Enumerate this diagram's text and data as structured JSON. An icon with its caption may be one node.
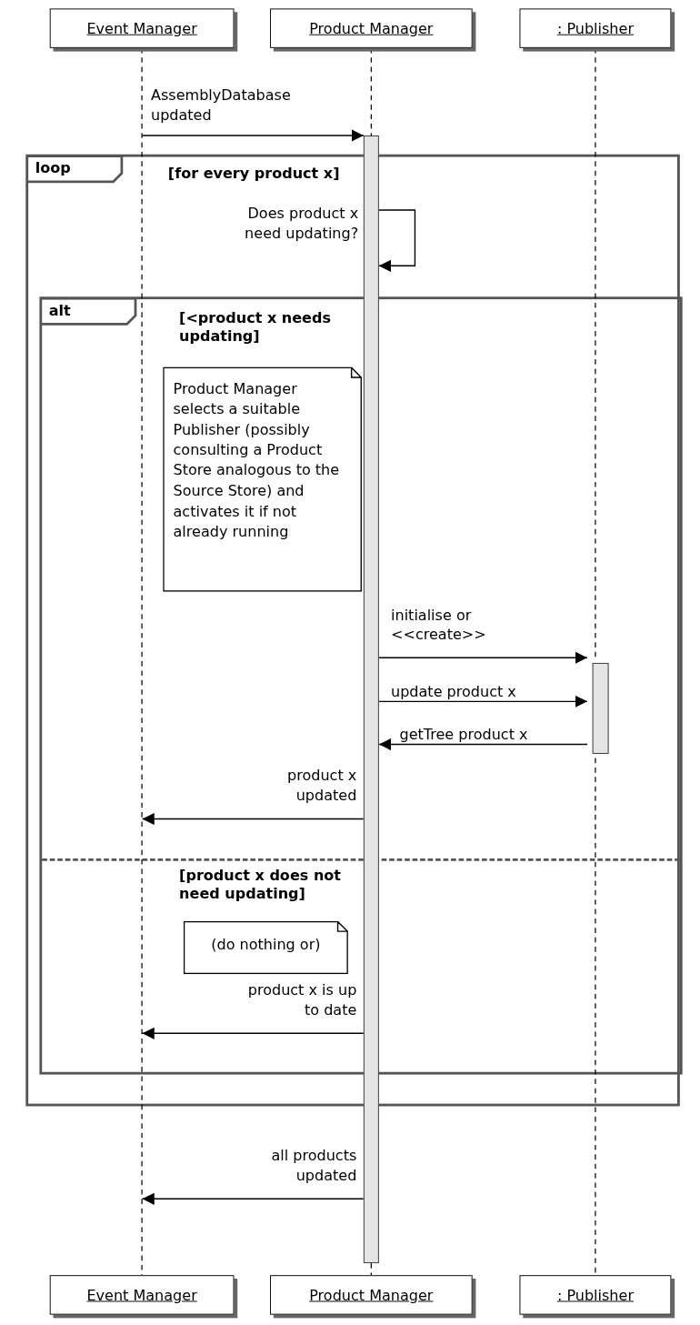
{
  "diagram": {
    "nodes": [
      {
        "text": [
          "Event Manager"
        ]
      },
      {
        "text": [
          "Product Manager"
        ]
      },
      {
        "text": [
          ": Publisher"
        ]
      },
      {
        "text": [],
        "shape": "bar"
      },
      {
        "text": [
          "loop",
          "[for every product x]"
        ]
      },
      {
        "text": [
          "alt",
          "[<product x needs updating]",
          "[product x does not need updating]"
        ],
        "in": 4
      },
      {
        "text": [
          "Product Manager selects a suitable Publisher (possibly consulting a Product Store analogous to the Source Store) and activates it if not already running"
        ],
        "in": 5
      },
      {
        "text": [],
        "shape": "bar",
        "in": 5
      },
      {
        "text": [
          "(do nothing or)"
        ],
        "in": 5
      },
      {
        "text": [
          "Event Manager"
        ]
      },
      {
        "text": [
          "Product Manager"
        ]
      },
      {
        "text": [
          ": Publisher"
        ]
      }
    ],
    "edges": [
      {
        "from": 0,
        "to": 9,
        "arrow": "none",
        "style": "dashed"
      },
      {
        "from": 1,
        "to": 3,
        "arrow": "none",
        "style": "dashed"
      },
      {
        "from": 3,
        "to": 10,
        "arrow": "none",
        "style": "dashed"
      },
      {
        "from": 2,
        "to": 7,
        "arrow": "none",
        "style": "dashed"
      },
      {
        "from": 7,
        "to": 11,
        "arrow": "none",
        "style": "dashed"
      },
      {
        "from": null,
        "to": 3,
        "arrow": "to",
        "label": "AssemblyDatabase updated"
      },
      {
        "from": 3,
        "to": 3,
        "arrow": "to",
        "label": "Does product x need updating?"
      },
      {
        "from": 3,
        "to": 7,
        "arrow": "to",
        "label": "initialise or <<create>>"
      },
      {
        "from": 3,
        "to": 7,
        "arrow": "to",
        "label": "update product x"
      },
      {
        "from": 7,
        "to": 3,
        "arrow": "to",
        "label": "getTree product x"
      },
      {
        "from": 3,
        "to": null,
        "arrow": "to",
        "label": "product x updated"
      },
      {
        "from": 3,
        "to": null,
        "arrow": "to",
        "label": "product x is up to date"
      },
      {
        "from": 3,
        "to": null,
        "arrow": "to",
        "label": "all products updated"
      }
    ]
  }
}
